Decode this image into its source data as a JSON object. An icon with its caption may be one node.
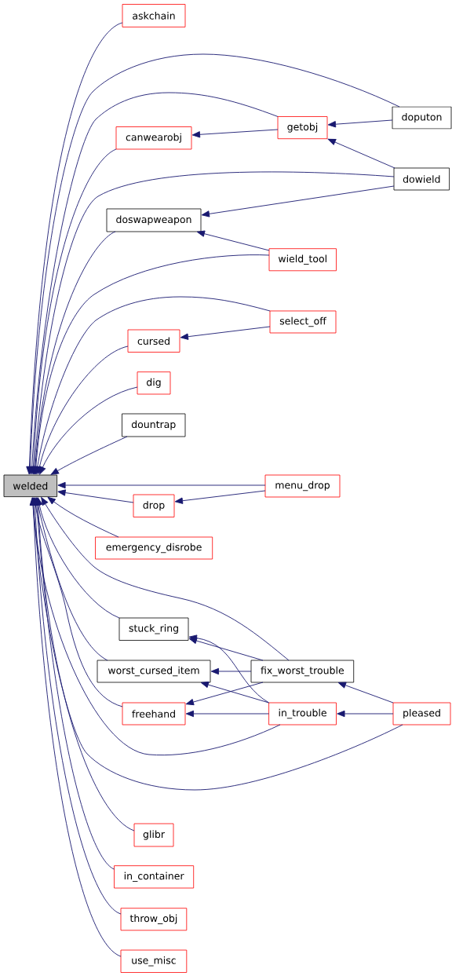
{
  "diagram": {
    "nodes": [
      {
        "text": [
          "askchain"
        ]
      },
      {
        "text": [
          "doputon"
        ]
      },
      {
        "text": [
          "getobj"
        ]
      },
      {
        "text": [
          "canwearobj"
        ]
      },
      {
        "text": [
          "dowield"
        ]
      },
      {
        "text": [
          "doswapweapon"
        ]
      },
      {
        "text": [
          "wield_tool"
        ]
      },
      {
        "text": [
          "select_off"
        ]
      },
      {
        "text": [
          "cursed"
        ]
      },
      {
        "text": [
          "dig"
        ]
      },
      {
        "text": [
          "dountrap"
        ]
      },
      {
        "text": [
          "welded"
        ]
      },
      {
        "text": [
          "menu_drop"
        ]
      },
      {
        "text": [
          "drop"
        ]
      },
      {
        "text": [
          "emergency_disrobe"
        ]
      },
      {
        "text": [
          "stuck_ring"
        ]
      },
      {
        "text": [
          "worst_cursed_item"
        ]
      },
      {
        "text": [
          "fix_worst_trouble"
        ]
      },
      {
        "text": [
          "freehand"
        ]
      },
      {
        "text": [
          "in_trouble"
        ]
      },
      {
        "text": [
          "pleased"
        ]
      },
      {
        "text": [
          "glibr"
        ]
      },
      {
        "text": [
          "in_container"
        ]
      },
      {
        "text": [
          "throw_obj"
        ]
      },
      {
        "text": [
          "use_misc"
        ]
      }
    ],
    "edges": [
      {
        "from": 0,
        "to": 11,
        "arrow": "to"
      },
      {
        "from": 1,
        "to": 11,
        "arrow": "to"
      },
      {
        "from": 2,
        "to": 11,
        "arrow": "to"
      },
      {
        "from": 3,
        "to": 11,
        "arrow": "to"
      },
      {
        "from": 2,
        "to": 3,
        "arrow": "to"
      },
      {
        "from": 1,
        "to": 2,
        "arrow": "to"
      },
      {
        "from": 4,
        "to": 2,
        "arrow": "to"
      },
      {
        "from": 4,
        "to": 11,
        "arrow": "to"
      },
      {
        "from": 4,
        "to": 5,
        "arrow": "to"
      },
      {
        "from": 5,
        "to": 11,
        "arrow": "to"
      },
      {
        "from": 6,
        "to": 5,
        "arrow": "to"
      },
      {
        "from": 6,
        "to": 11,
        "arrow": "to"
      },
      {
        "from": 7,
        "to": 11,
        "arrow": "to"
      },
      {
        "from": 7,
        "to": 8,
        "arrow": "to"
      },
      {
        "from": 8,
        "to": 11,
        "arrow": "to"
      },
      {
        "from": 9,
        "to": 11,
        "arrow": "to"
      },
      {
        "from": 10,
        "to": 11,
        "arrow": "to"
      },
      {
        "from": 12,
        "to": 11,
        "arrow": "to"
      },
      {
        "from": 12,
        "to": 13,
        "arrow": "to"
      },
      {
        "from": 13,
        "to": 11,
        "arrow": "to"
      },
      {
        "from": 14,
        "to": 11,
        "arrow": "to"
      },
      {
        "from": 17,
        "to": 11,
        "arrow": "to"
      },
      {
        "from": 15,
        "to": 11,
        "arrow": "to"
      },
      {
        "from": 17,
        "to": 15,
        "arrow": "to"
      },
      {
        "from": 19,
        "to": 15,
        "arrow": "to"
      },
      {
        "from": 16,
        "to": 11,
        "arrow": "to"
      },
      {
        "from": 17,
        "to": 16,
        "arrow": "to"
      },
      {
        "from": 19,
        "to": 16,
        "arrow": "to"
      },
      {
        "from": 17,
        "to": 18,
        "arrow": "to"
      },
      {
        "from": 18,
        "to": 11,
        "arrow": "to"
      },
      {
        "from": 19,
        "to": 18,
        "arrow": "to"
      },
      {
        "from": 20,
        "to": 19,
        "arrow": "to"
      },
      {
        "from": 20,
        "to": 17,
        "arrow": "to"
      },
      {
        "from": 19,
        "to": 11,
        "arrow": "to"
      },
      {
        "from": 20,
        "to": 11,
        "arrow": "to"
      },
      {
        "from": 21,
        "to": 11,
        "arrow": "to"
      },
      {
        "from": 22,
        "to": 11,
        "arrow": "to"
      },
      {
        "from": 23,
        "to": 11,
        "arrow": "to"
      },
      {
        "from": 24,
        "to": 11,
        "arrow": "to"
      }
    ]
  }
}
